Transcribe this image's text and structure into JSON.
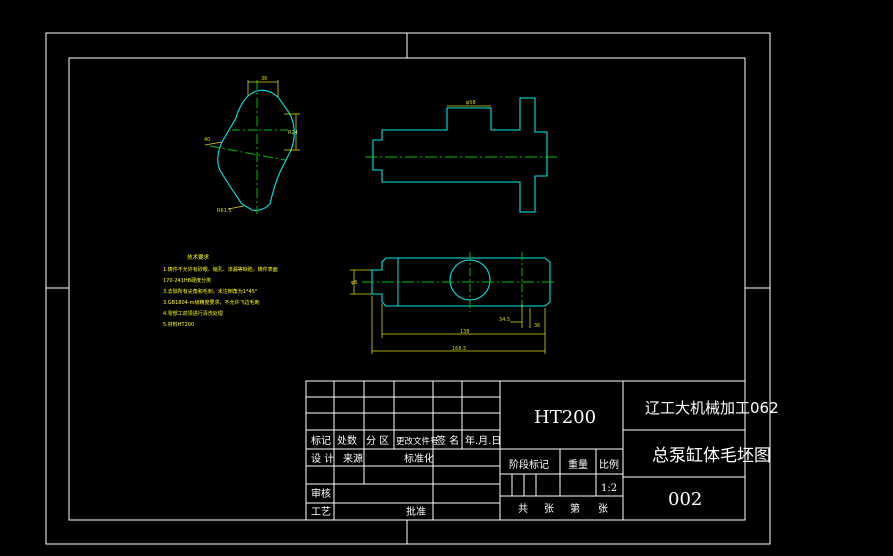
{
  "colors": {
    "background": "#000000",
    "frame": "#ffffff",
    "part_outline": "#00e6e6",
    "center_line": "#00c000",
    "dimension": "#d8d800",
    "note_text": "#ffff00",
    "title_text": "#ffffff"
  },
  "notes": {
    "title": "技术要求",
    "lines": [
      "1.铸件不允许有砂眼、缩孔、渗漏等缺陷，铸件表面",
      "170-241HB硬度分类",
      "3.去除所有尖角和毛刺，未注倒角为1*45°",
      "3.GB1804-m级精度要求，不允许飞边毛刺",
      "4.零部工前须进行清洗处理",
      "5.材料HT200"
    ]
  },
  "dims": {
    "top_width": "36",
    "angle": "40",
    "right_height": "R24",
    "bottom_radius": "R61.5",
    "boss_dia": "φ58",
    "left_height": "φ6",
    "step_a": "34.5",
    "step_b": "36",
    "len_inner": "138",
    "len_total": "166.5"
  },
  "title_block": {
    "material": "HT200",
    "school": "辽工大机械加工062",
    "drawing_name": "总泵缸体毛坯图",
    "drawing_no": "002",
    "scale": "1:2",
    "row_headers": [
      "标记",
      "处数",
      "分 区",
      "更改文件号",
      "签 名",
      "年.月.日"
    ],
    "design_label": "设 计",
    "design_value": "来源",
    "standardize_label": "标准化",
    "stage_labels": [
      "阶段标记",
      "重量",
      "比例"
    ],
    "review_label": "审核",
    "process_label": "工艺",
    "approve_label": "批准",
    "sheet_labels": [
      "共",
      "张",
      "第",
      "张"
    ]
  }
}
